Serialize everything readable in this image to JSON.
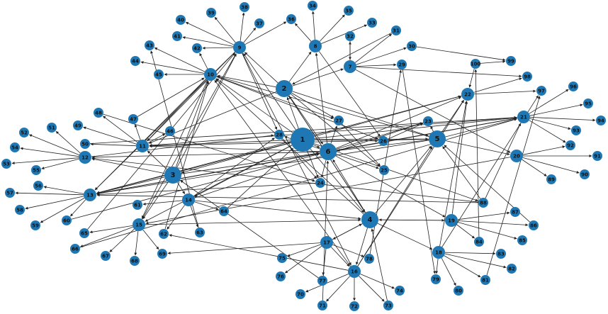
{
  "graph": {
    "node_color": "#1f78b4",
    "edge_color": "#222222",
    "directed": true,
    "nodes": [
      "1",
      "2",
      "3",
      "4",
      "5",
      "6",
      "7",
      "8",
      "9",
      "10",
      "11",
      "12",
      "13",
      "14",
      "15",
      "16",
      "17",
      "18",
      "19",
      "20",
      "21",
      "22",
      "23",
      "24",
      "25",
      "26",
      "27",
      "28",
      "29",
      "30",
      "31",
      "32",
      "33",
      "34",
      "35",
      "36",
      "37",
      "38",
      "39",
      "40",
      "41",
      "42",
      "43",
      "44",
      "45",
      "46",
      "47",
      "48",
      "49",
      "50",
      "51",
      "52",
      "53",
      "54",
      "55",
      "56",
      "57",
      "58",
      "59",
      "60",
      "61",
      "62",
      "63",
      "64",
      "65",
      "66",
      "67",
      "68",
      "69",
      "70",
      "71",
      "72",
      "73",
      "74",
      "75",
      "76",
      "77",
      "78",
      "79",
      "80",
      "81",
      "82",
      "83",
      "84",
      "85",
      "86",
      "87",
      "88",
      "89",
      "90",
      "91",
      "92",
      "93",
      "94",
      "95",
      "96",
      "97",
      "98",
      "99",
      "100"
    ],
    "hub_nodes": [
      "1",
      "2",
      "3",
      "4",
      "5",
      "6"
    ],
    "edges": [
      [
        "9",
        "36"
      ],
      [
        "9",
        "38"
      ],
      [
        "9",
        "39"
      ],
      [
        "9",
        "40"
      ],
      [
        "9",
        "41"
      ],
      [
        "9",
        "37"
      ],
      [
        "9",
        "42"
      ],
      [
        "8",
        "34"
      ],
      [
        "8",
        "35"
      ],
      [
        "8",
        "36"
      ],
      [
        "8",
        "33"
      ],
      [
        "10",
        "43"
      ],
      [
        "10",
        "44"
      ],
      [
        "10",
        "45"
      ],
      [
        "10",
        "42"
      ],
      [
        "7",
        "32"
      ],
      [
        "7",
        "31"
      ],
      [
        "7",
        "30"
      ],
      [
        "7",
        "29"
      ],
      [
        "100",
        "99"
      ],
      [
        "100",
        "22"
      ],
      [
        "22",
        "98"
      ],
      [
        "22",
        "97"
      ],
      [
        "21",
        "96"
      ],
      [
        "21",
        "95"
      ],
      [
        "21",
        "94"
      ],
      [
        "21",
        "93"
      ],
      [
        "21",
        "92"
      ],
      [
        "20",
        "91"
      ],
      [
        "20",
        "90"
      ],
      [
        "20",
        "89"
      ],
      [
        "20",
        "92"
      ],
      [
        "19",
        "85"
      ],
      [
        "19",
        "86"
      ],
      [
        "19",
        "87"
      ],
      [
        "19",
        "84"
      ],
      [
        "18",
        "83"
      ],
      [
        "18",
        "82"
      ],
      [
        "18",
        "81"
      ],
      [
        "18",
        "80"
      ],
      [
        "18",
        "79"
      ],
      [
        "16",
        "70"
      ],
      [
        "16",
        "71"
      ],
      [
        "16",
        "72"
      ],
      [
        "16",
        "73"
      ],
      [
        "16",
        "74"
      ],
      [
        "17",
        "75"
      ],
      [
        "17",
        "76"
      ],
      [
        "17",
        "77"
      ],
      [
        "17",
        "78"
      ],
      [
        "15",
        "65"
      ],
      [
        "15",
        "66"
      ],
      [
        "15",
        "67"
      ],
      [
        "15",
        "68"
      ],
      [
        "15",
        "69"
      ],
      [
        "13",
        "56"
      ],
      [
        "13",
        "57"
      ],
      [
        "13",
        "58"
      ],
      [
        "13",
        "59"
      ],
      [
        "13",
        "60"
      ],
      [
        "12",
        "51"
      ],
      [
        "12",
        "52"
      ],
      [
        "12",
        "53"
      ],
      [
        "12",
        "54"
      ],
      [
        "12",
        "55"
      ],
      [
        "11",
        "46"
      ],
      [
        "11",
        "47"
      ],
      [
        "11",
        "48"
      ],
      [
        "11",
        "49"
      ],
      [
        "11",
        "50"
      ],
      [
        "14",
        "61"
      ],
      [
        "14",
        "62"
      ],
      [
        "14",
        "63"
      ],
      [
        "14",
        "64"
      ],
      [
        "1",
        "6"
      ],
      [
        "1",
        "3"
      ],
      [
        "1",
        "13"
      ],
      [
        "1",
        "11"
      ],
      [
        "1",
        "24"
      ],
      [
        "1",
        "88"
      ],
      [
        "1",
        "22"
      ],
      [
        "1",
        "21"
      ],
      [
        "1",
        "5"
      ],
      [
        "1",
        "10"
      ],
      [
        "1",
        "9"
      ],
      [
        "1",
        "2"
      ],
      [
        "1",
        "4"
      ],
      [
        "1",
        "26"
      ],
      [
        "1",
        "14"
      ],
      [
        "1",
        "15"
      ],
      [
        "2",
        "10"
      ],
      [
        "2",
        "7"
      ],
      [
        "2",
        "9"
      ],
      [
        "2",
        "11"
      ],
      [
        "2",
        "4"
      ],
      [
        "2",
        "27"
      ],
      [
        "2",
        "5"
      ],
      [
        "2",
        "6"
      ],
      [
        "2",
        "8"
      ],
      [
        "2",
        "25"
      ],
      [
        "3",
        "12"
      ],
      [
        "3",
        "13"
      ],
      [
        "3",
        "15"
      ],
      [
        "3",
        "14"
      ],
      [
        "3",
        "11"
      ],
      [
        "3",
        "6"
      ],
      [
        "3",
        "10"
      ],
      [
        "3",
        "9"
      ],
      [
        "4",
        "16"
      ],
      [
        "4",
        "17"
      ],
      [
        "4",
        "19"
      ],
      [
        "4",
        "18"
      ],
      [
        "4",
        "6"
      ],
      [
        "4",
        "5"
      ],
      [
        "4",
        "2"
      ],
      [
        "4",
        "10"
      ],
      [
        "5",
        "20"
      ],
      [
        "5",
        "21"
      ],
      [
        "5",
        "22"
      ],
      [
        "5",
        "23"
      ],
      [
        "5",
        "6"
      ],
      [
        "5",
        "13"
      ],
      [
        "5",
        "11"
      ],
      [
        "5",
        "10"
      ],
      [
        "6",
        "28"
      ],
      [
        "6",
        "24"
      ],
      [
        "6",
        "25"
      ],
      [
        "6",
        "27"
      ],
      [
        "6",
        "21"
      ],
      [
        "6",
        "22"
      ],
      [
        "6",
        "23"
      ],
      [
        "6",
        "13"
      ],
      [
        "6",
        "11"
      ],
      [
        "6",
        "12"
      ],
      [
        "6",
        "19"
      ],
      [
        "6",
        "8"
      ],
      [
        "28",
        "24"
      ],
      [
        "27",
        "25"
      ],
      [
        "26",
        "23"
      ],
      [
        "24",
        "13"
      ],
      [
        "29",
        "79"
      ],
      [
        "30",
        "99"
      ],
      [
        "31",
        "2"
      ],
      [
        "32",
        "7"
      ],
      [
        "10",
        "11"
      ],
      [
        "10",
        "13"
      ],
      [
        "10",
        "15"
      ],
      [
        "10",
        "26"
      ],
      [
        "10",
        "27"
      ],
      [
        "9",
        "11"
      ],
      [
        "9",
        "16"
      ],
      [
        "9",
        "13"
      ],
      [
        "17",
        "16"
      ],
      [
        "17",
        "4"
      ],
      [
        "17",
        "69"
      ],
      [
        "16",
        "5"
      ],
      [
        "16",
        "22"
      ],
      [
        "16",
        "62"
      ],
      [
        "16",
        "10"
      ],
      [
        "19",
        "22"
      ],
      [
        "19",
        "4"
      ],
      [
        "18",
        "22"
      ],
      [
        "18",
        "97"
      ],
      [
        "88",
        "13"
      ],
      [
        "88",
        "21"
      ],
      [
        "88",
        "5"
      ],
      [
        "88",
        "12"
      ],
      [
        "20",
        "15"
      ],
      [
        "21",
        "11"
      ],
      [
        "22",
        "13"
      ],
      [
        "14",
        "28"
      ],
      [
        "14",
        "23"
      ],
      [
        "14",
        "4"
      ],
      [
        "47",
        "10"
      ],
      [
        "48",
        "24"
      ],
      [
        "50",
        "21"
      ],
      [
        "12",
        "28"
      ],
      [
        "13",
        "21"
      ],
      [
        "15",
        "4"
      ],
      [
        "15",
        "9"
      ],
      [
        "84",
        "100"
      ],
      [
        "78",
        "29"
      ],
      [
        "81",
        "97"
      ],
      [
        "63",
        "43"
      ],
      [
        "7",
        "98"
      ],
      [
        "7",
        "20"
      ],
      [
        "9",
        "28"
      ],
      [
        "8",
        "26"
      ],
      [
        "64",
        "1"
      ],
      [
        "62",
        "10"
      ],
      [
        "65",
        "9"
      ],
      [
        "66",
        "21"
      ],
      [
        "77",
        "3"
      ],
      [
        "71",
        "6"
      ],
      [
        "73",
        "4"
      ],
      [
        "86",
        "5"
      ],
      [
        "60",
        "6"
      ]
    ]
  }
}
